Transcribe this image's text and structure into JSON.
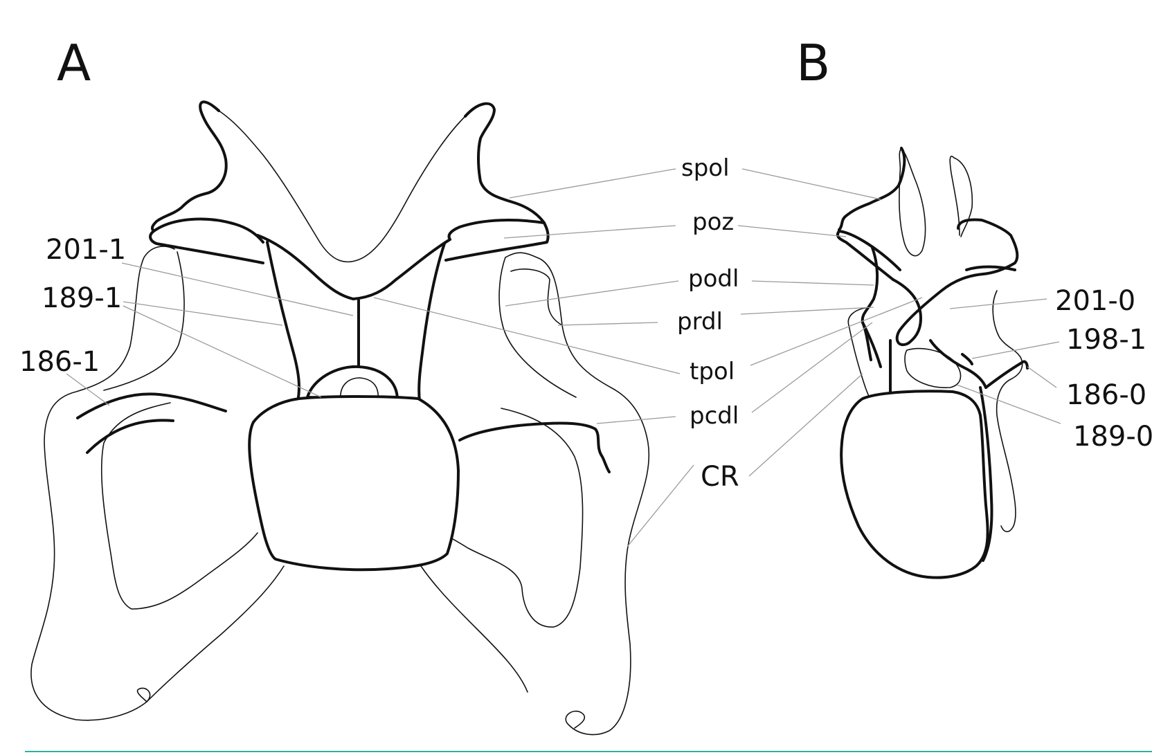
{
  "panels": {
    "a": "A",
    "b": "B"
  },
  "labels": {
    "spol": "spol",
    "poz": "poz",
    "podl": "podl",
    "prdl": "prdl",
    "tpol": "tpol",
    "pcdl": "pcdl",
    "cr": "CR",
    "c201_1": "201-1",
    "c189_1": "189-1",
    "c186_1": "186-1",
    "c201_0": "201-0",
    "c198_1": "198-1",
    "c186_0": "186-0",
    "c189_0": "189-0"
  },
  "colors": {
    "line": "#111111",
    "leader": "#9a9a9a",
    "bottom_rule": "#2bb39a"
  }
}
